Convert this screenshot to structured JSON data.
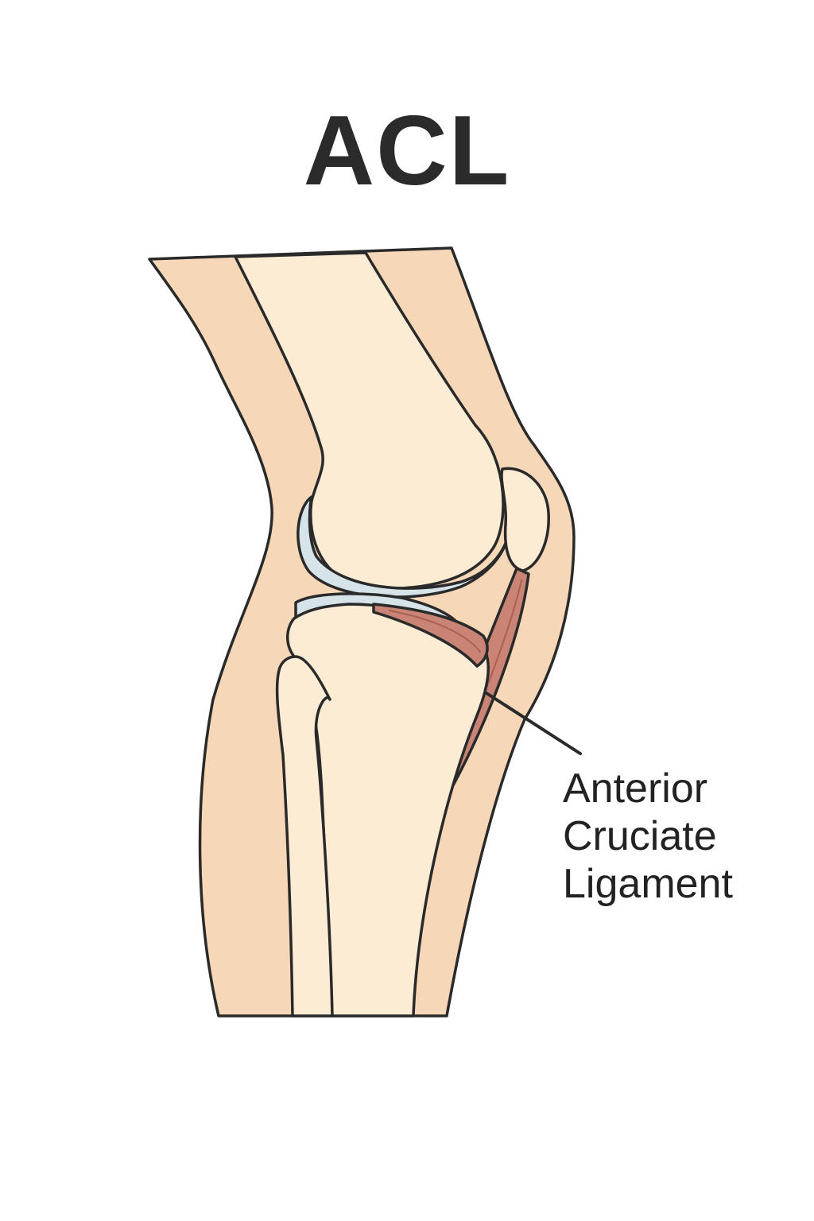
{
  "title": "ACL",
  "callout": {
    "lines": [
      "Anterior",
      "Cruciate",
      "Ligament"
    ]
  },
  "colors": {
    "skin": "#f6d7b8",
    "bone": "#fcecd3",
    "cartilage": "#d6e4ea",
    "ligament": "#c98476",
    "ligament_stripe": "#a9604f",
    "outline": "#2a2a2a"
  }
}
